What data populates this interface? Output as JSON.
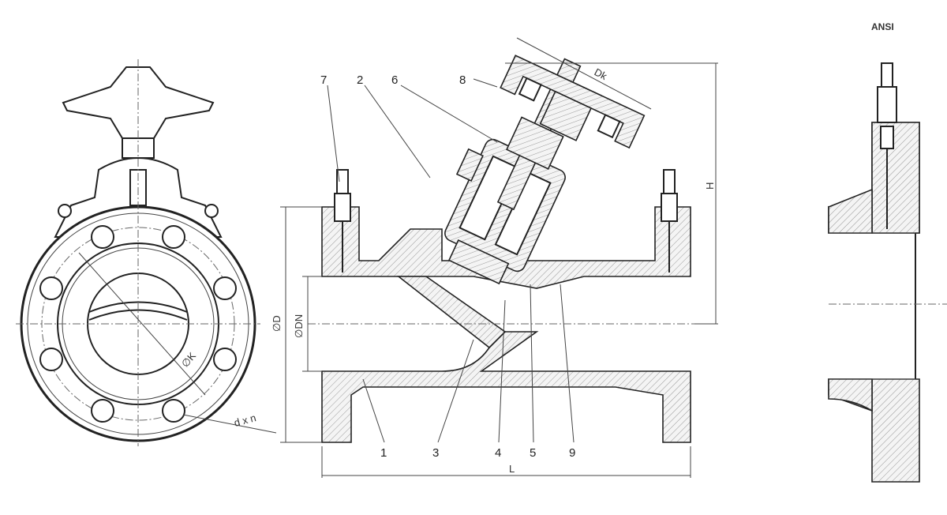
{
  "title": "ANSI",
  "part_numbers": [
    "1",
    "2",
    "3",
    "4",
    "5",
    "6",
    "7",
    "8",
    "9"
  ],
  "dimensions": {
    "handwheel_diameter": "Dk",
    "height": "H",
    "flange_diameter": "∅D",
    "nominal_diameter": "∅DN",
    "bolt_circle": "∅K",
    "bolt_holes": "d x n",
    "length": "L"
  }
}
